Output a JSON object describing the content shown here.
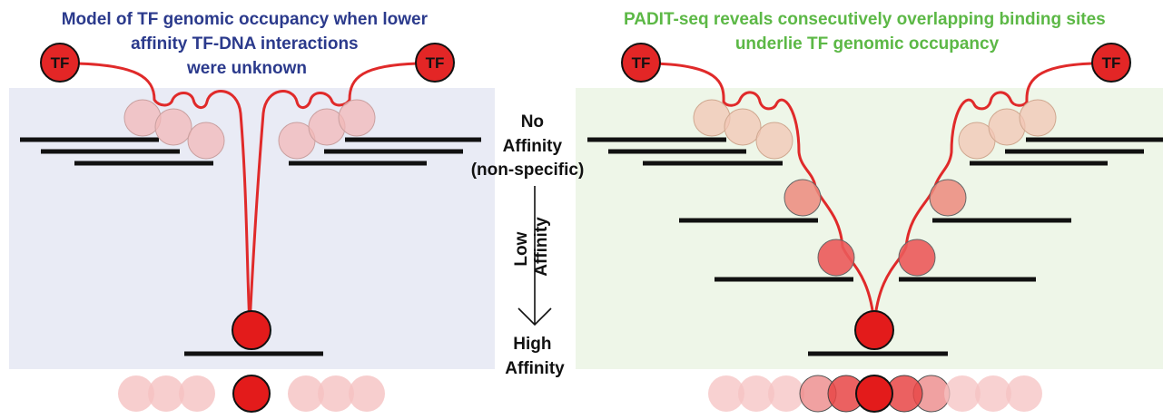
{
  "left_panel": {
    "title_lines": [
      "Model of TF genomic occupancy when lower",
      "affinity TF-DNA interactions",
      "were unknown"
    ],
    "title_color": "#2b3a8c",
    "background": "#e9ebf5",
    "tf_label": "TF"
  },
  "right_panel": {
    "title_lines": [
      "PADIT-seq reveals consecutively overlapping binding sites",
      "underlie TF genomic occupancy"
    ],
    "title_color": "#5cb846",
    "background": "#eef6e8",
    "tf_label": "TF"
  },
  "affinity_scale": {
    "top_lines": [
      "No",
      "Affinity",
      "(non-specific)"
    ],
    "middle_lines": [
      "Low",
      "Affinity"
    ],
    "bottom_lines": [
      "High",
      "Affinity"
    ]
  },
  "colors": {
    "tether": "#e02a2a",
    "tf_fill": "#e32626",
    "dna": "#111111",
    "no_affinity_site": "#f2b8b8",
    "low_affinity_site": "#eb5a5a",
    "high_affinity_site": "#e31b1b"
  }
}
